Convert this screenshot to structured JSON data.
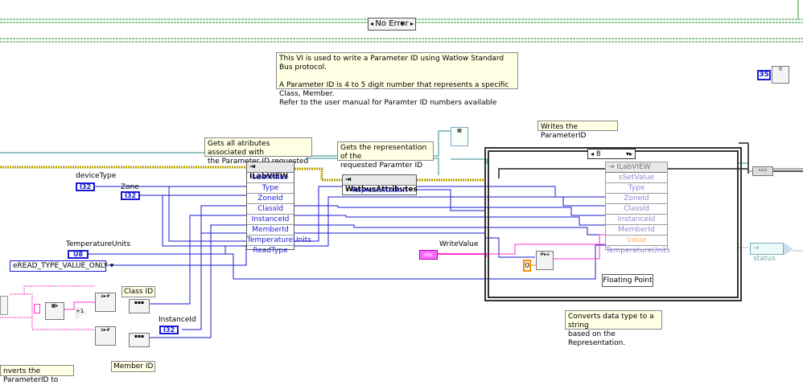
{
  "error_ring": {
    "label": "No Error"
  },
  "notes": {
    "vi_description": "This VI is used to write a Parameter ID using Watlow Standard Bus protocol.\n\nA Parameter ID is 4 to 5 digit number that represents a specific Class, Member.\nRefer to the user manual for Paramter ID numbers available",
    "gets_all": "Gets all atributes associated with\nthe Parameter ID requested",
    "gets_rep": "Gets the representation of the\nrequested Paramter ID",
    "writes": "Writes the ParameterID",
    "converts": "Converts data type to a string\nbased on the Representation.",
    "class_id": "Class ID",
    "member_id": "Member ID",
    "converts_left": "nverts the ParameterID to",
    "floating_point": "Floating Point"
  },
  "labels": {
    "device_type": "deviceType",
    "zone": "Zone",
    "temperature_units": "TemperatureUnits",
    "instance_id": "InstanceId",
    "write_value": "WriteValue"
  },
  "constants": {
    "device_type_type": "I32",
    "zone_type": "I32",
    "temp_units_type": "U8",
    "instance_type": "I32",
    "write_value_type": "abc",
    "num35": "35",
    "zero": "0",
    "read_type_enum": "eREAD_TYPE_VALUE_ONLY",
    "case_selector": "8",
    "status": "status"
  },
  "node_get": {
    "header": "ILabVIEW",
    "rows": [
      "sGetValue",
      "Type",
      "ZoneId",
      "ClassId",
      "InstanceId",
      "MemberId",
      "TemperatureUnits",
      "ReadType"
    ]
  },
  "node_attr": {
    "header": "WatbusAttributes",
    "rows": [
      "Representation"
    ]
  },
  "node_set": {
    "header": "ILabVIEW",
    "rows": [
      "sSetValue",
      "Type",
      "ZoneId",
      "ClassId",
      "InstanceId",
      "MemberId",
      "Value",
      "TemperatureUnits"
    ]
  },
  "colors": {
    "wire_blue": "#1a1ad6",
    "wire_teal": "#2a8c8c",
    "wire_pink": "#ff33cc",
    "wire_error": "#b8a200",
    "frame_green": "#2b9a3a"
  }
}
